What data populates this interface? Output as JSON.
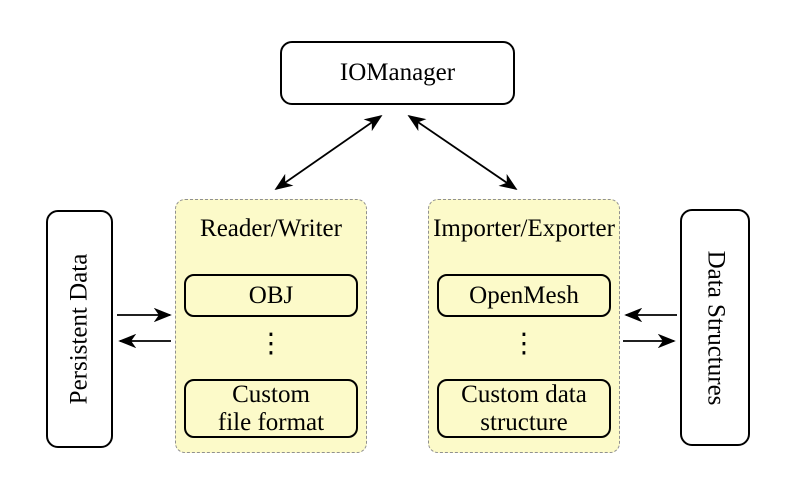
{
  "colors": {
    "canvas_bg": "#ffffff",
    "container_fill": "#fcfac9",
    "container_border": "#909090",
    "box_border": "#000000",
    "arrow": "#000000",
    "text": "#000000"
  },
  "io_manager": {
    "label": "IOManager"
  },
  "persistent_data": {
    "label": "Persistent Data"
  },
  "data_structures": {
    "label": "Data Structures"
  },
  "reader_writer": {
    "title": "Reader/Writer",
    "top_item": "OBJ",
    "dots": "⋮",
    "bottom_item_line1": "Custom",
    "bottom_item_line2": "file format"
  },
  "importer_exporter": {
    "title": "Importer/Exporter",
    "top_item": "OpenMesh",
    "dots": "⋮",
    "bottom_item_line1": "Custom data",
    "bottom_item_line2": "structure"
  }
}
